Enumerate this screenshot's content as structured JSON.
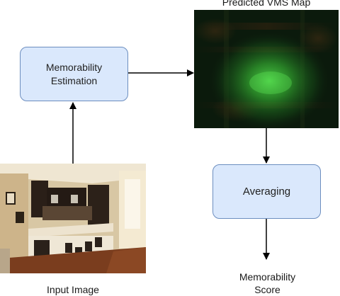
{
  "nodes": {
    "estimation": {
      "line1": "Memorability",
      "line2": "Estimation"
    },
    "averaging": {
      "label": "Averaging"
    }
  },
  "labels": {
    "map_title": "Predicted VMS Map",
    "input_caption": "Input Image",
    "score_line1": "Memorability",
    "score_line2": "Score"
  },
  "edges": [
    {
      "from": "input-image",
      "to": "memorability-estimation"
    },
    {
      "from": "memorability-estimation",
      "to": "predicted-vms-map"
    },
    {
      "from": "predicted-vms-map",
      "to": "averaging"
    },
    {
      "from": "averaging",
      "to": "memorability-score"
    }
  ],
  "colors": {
    "box_fill": "#dae8fc",
    "box_stroke": "#6c8ebf",
    "arrow": "#000000",
    "map_background": "#0c1d0e",
    "map_highlight": "#3fbf3a"
  },
  "icons": {
    "input_image": "kitchen-interior-photo",
    "vms_map": "green-heatmap"
  }
}
